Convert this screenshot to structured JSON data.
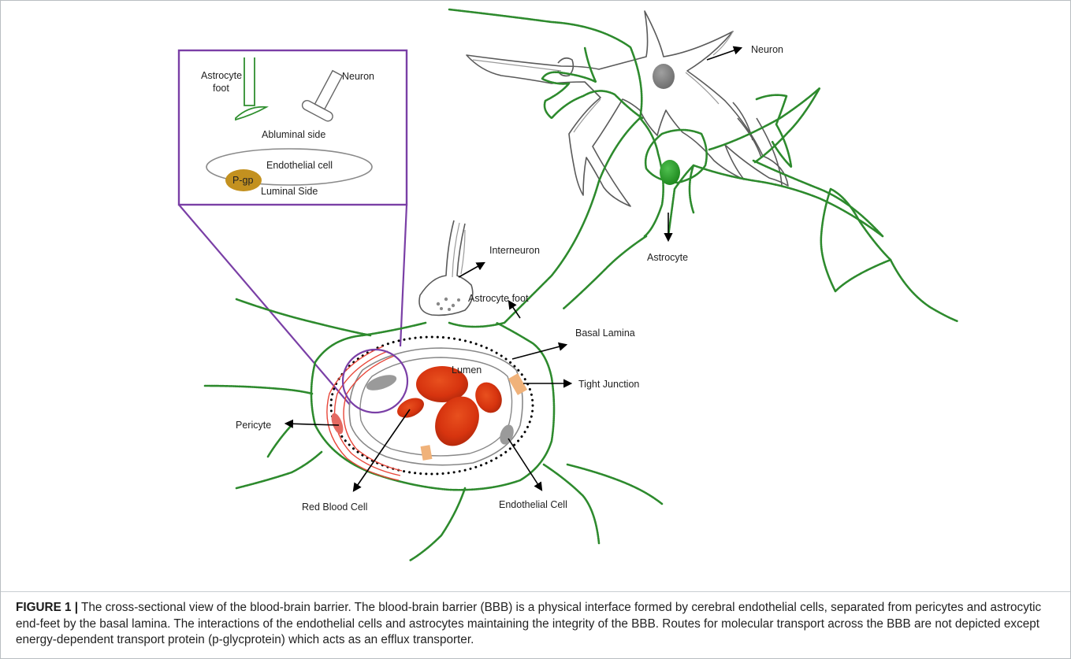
{
  "labels": {
    "neuron": "Neuron",
    "astrocyte": "Astrocyte",
    "interneuron": "Interneuron",
    "astrocyte_foot": "Astrocyte foot",
    "basal_lamina": "Basal Lamina",
    "tight_junction": "Tight Junction",
    "lumen": "Lumen",
    "pericyte": "Pericyte",
    "red_blood_cell": "Red Blood Cell",
    "endothelial_cell": "Endothelial Cell"
  },
  "inset": {
    "astrocyte_foot_line1": "Astrocyte",
    "astrocyte_foot_line2": "foot",
    "neuron": "Neuron",
    "abluminal_side": "Abluminal side",
    "endothelial_cell": "Endothelial cell",
    "pgp": "P-gp",
    "luminal_side": "Luminal Side"
  },
  "caption": {
    "label": "FIGURE 1 |",
    "text": " The cross-sectional view of the blood-brain barrier. The blood-brain barrier (BBB) is a physical interface formed by cerebral endothelial cells, separated from pericytes and astrocytic end-feet by the basal lamina. The interactions of the endothelial cells and astrocytes maintaining the integrity of the BBB. Routes for molecular transport across the BBB are not depicted except energy-dependent transport protein (p-glycprotein) which acts as an efflux transporter."
  },
  "colors": {
    "astrocyte": "#2d8a2d",
    "astrocyte_nucleus": "#2ea02e",
    "neuron": "#5a5a5a",
    "red_blood_cell": "#d93a12",
    "pericyte": "#e8473a",
    "tight_junction": "#f0b27a",
    "inset_border": "#7a3fa6",
    "pgp": "#c3911f"
  },
  "icons": {
    "arrow": "arrow-icon"
  }
}
